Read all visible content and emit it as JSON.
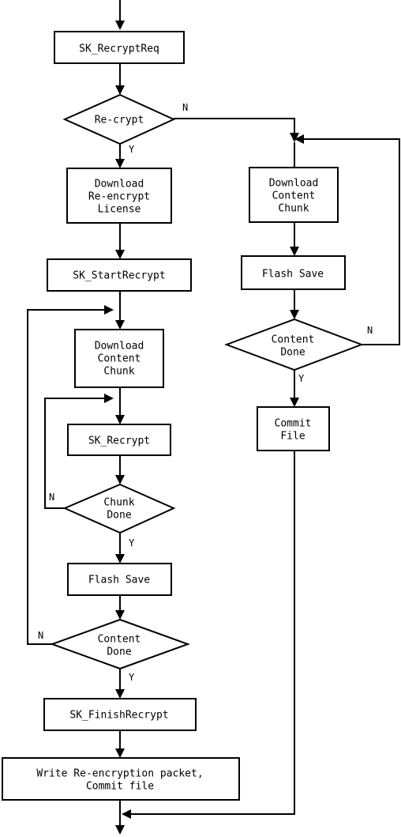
{
  "nodes": {
    "recrypt_req": "SK_RecryptReq",
    "recrypt_decision": "Re-crypt",
    "download_license": [
      "Download",
      "Re-encrypt",
      "License"
    ],
    "start_recrypt": "SK_StartRecrypt",
    "download_chunk_left": [
      "Download",
      "Content",
      "Chunk"
    ],
    "sk_recrypt": "SK_Recrypt",
    "chunk_done": [
      "Chunk",
      "Done"
    ],
    "flash_save_left": "Flash Save",
    "content_done_left": [
      "Content",
      "Done"
    ],
    "finish_recrypt": "SK_FinishRecrypt",
    "write_packet": [
      "Write Re-encryption packet,",
      "Commit file"
    ],
    "download_chunk_right": [
      "Download",
      "Content",
      "Chunk"
    ],
    "flash_save_right": "Flash Save",
    "content_done_right": [
      "Content",
      "Done"
    ],
    "commit_file": [
      "Commit",
      "File"
    ]
  },
  "edge_labels": {
    "recrypt_no": "N",
    "recrypt_yes": "Y",
    "chunk_no": "N",
    "chunk_yes": "Y",
    "content_left_no": "N",
    "content_left_yes": "Y",
    "content_right_no": "N",
    "content_right_yes": "Y"
  }
}
